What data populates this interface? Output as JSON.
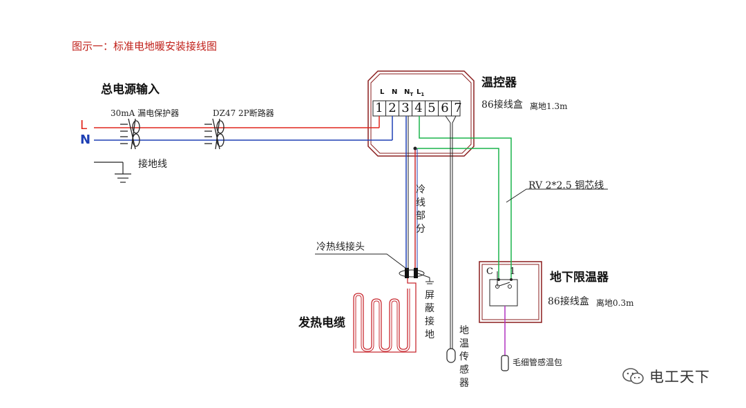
{
  "title": "图示一：标准电地暖安装接线图",
  "power_input": "总电源输入",
  "line_L": "L",
  "line_N": "N",
  "rcd_label": "30mA 漏电保护器",
  "breaker_label": "DZ47 2P断路器",
  "ground_label": "接地线",
  "thermostat": {
    "title": "温控器",
    "box": "86接线盒",
    "height": "离地1.3m",
    "headers": [
      "L",
      "N",
      "N",
      "L"
    ],
    "header_subs": [
      "",
      "",
      "T",
      "1"
    ],
    "terminals": [
      "1",
      "2",
      "3",
      "4",
      "5",
      "6",
      "7"
    ]
  },
  "cable_label": "RV 2*2.5 铜芯线",
  "cold_section": "冷线部分",
  "joint_label": "冷热线接头",
  "shield_ground": "屏蔽接地",
  "heating_cable": "发热电缆",
  "floor_sensor": "地温传感器",
  "limiter": {
    "title": "地下限温器",
    "box": "86接线盒",
    "height": "离地0.3m",
    "terminal_c": "C",
    "terminal_1": "1"
  },
  "capillary_label": "毛细管感温包",
  "watermark": "电工天下",
  "colors": {
    "live": "#e1251b",
    "neutral": "#1d3fb4",
    "ground": "#19b34a",
    "heating": "#c8282f",
    "sensor": "#b030c0",
    "box": "#8a1c1c"
  }
}
